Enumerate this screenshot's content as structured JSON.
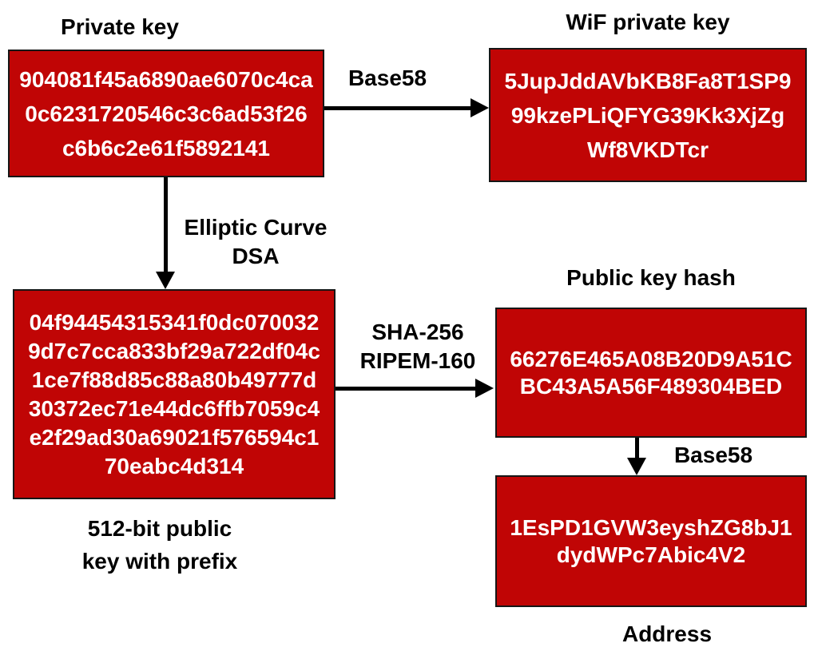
{
  "colors": {
    "box_fill": "#c00505",
    "box_border": "#161616",
    "box_text": "#ffffff",
    "label_color": "#000000",
    "arrow_color": "#000000"
  },
  "nodes": {
    "private_key": {
      "label": "Private key",
      "value": "904081f45a6890ae6070c4ca\n0c6231720546c3c6ad53f26\nc6b6c2e61f5892141"
    },
    "wif_private_key": {
      "label": "WiF private key",
      "value": "5JupJddAVbKB8Fa8T1SP9\n99kzePLiQFYG39Kk3XjZg\nWf8VKDTcr"
    },
    "public_key": {
      "label": "512-bit public\nkey with prefix",
      "value": "04f94454315341f0dc070032\n9d7c7cca833bf29a722df04c\n1ce7f88d85c88a80b49777d\n30372ec71e44dc6ffb7059c4\ne2f29ad30a69021f576594c1\n70eabc4d314"
    },
    "public_key_hash": {
      "label": "Public key hash",
      "value": "66276E465A08B20D9A51C\nBC43A5A56F489304BED"
    },
    "address": {
      "label": "Address",
      "value": "1EsPD1GVW3eyshZG8bJ1\ndydWPc7Abic4V2"
    }
  },
  "edges": {
    "base58_top": {
      "label": "Base58"
    },
    "ecdsa": {
      "label": "Elliptic Curve\nDSA"
    },
    "sha_ripemd": {
      "label": "SHA-256\nRIPEM-160"
    },
    "base58_bottom": {
      "label": "Base58"
    }
  }
}
